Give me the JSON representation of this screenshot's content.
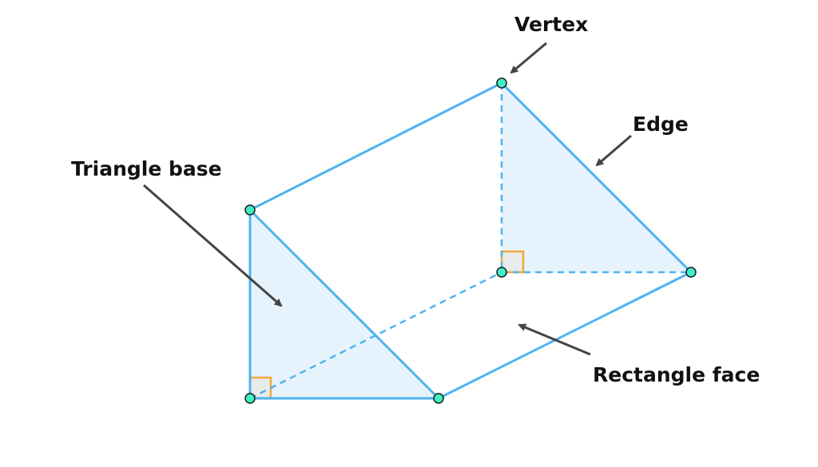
{
  "diagram": {
    "title": "Triangular prism parts",
    "labels": {
      "vertex": "Vertex",
      "edge": "Edge",
      "triangle_base": "Triangle base",
      "rectangle_face": "Rectangle face"
    },
    "colors": {
      "edge": "#4db3f0",
      "face_fill": "#e6f3fd",
      "vertex_fill": "#3ef0c3",
      "vertex_stroke": "#1a1a1a",
      "right_angle": "#f2a93b",
      "right_angle_fill": "#e8ebe8",
      "arrow": "#444444"
    }
  }
}
